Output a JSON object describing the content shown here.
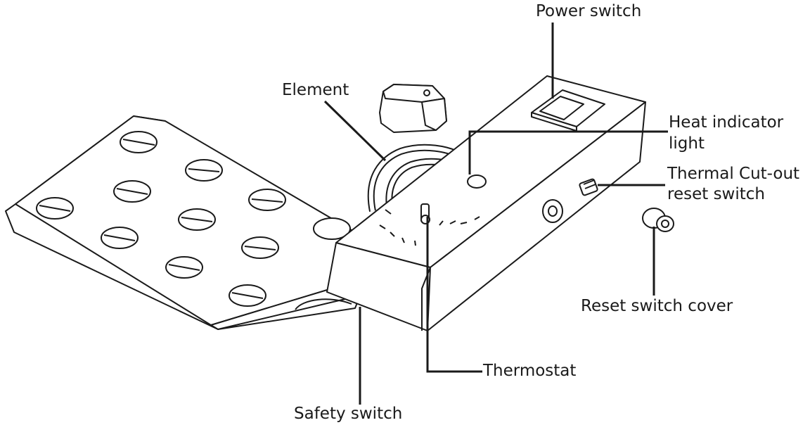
{
  "labels": {
    "power_switch": "Power switch",
    "element": "Element",
    "heat_indicator_line1": "Heat indicator",
    "heat_indicator_line2": "light",
    "thermal_cutout_line1": "Thermal Cut-out",
    "thermal_cutout_line2": "reset switch",
    "reset_switch_cover": "Reset switch cover",
    "thermostat": "Thermostat",
    "safety_switch": "Safety switch"
  },
  "colors": {
    "line": "#1a1a1a",
    "fill": "#ffffff"
  }
}
